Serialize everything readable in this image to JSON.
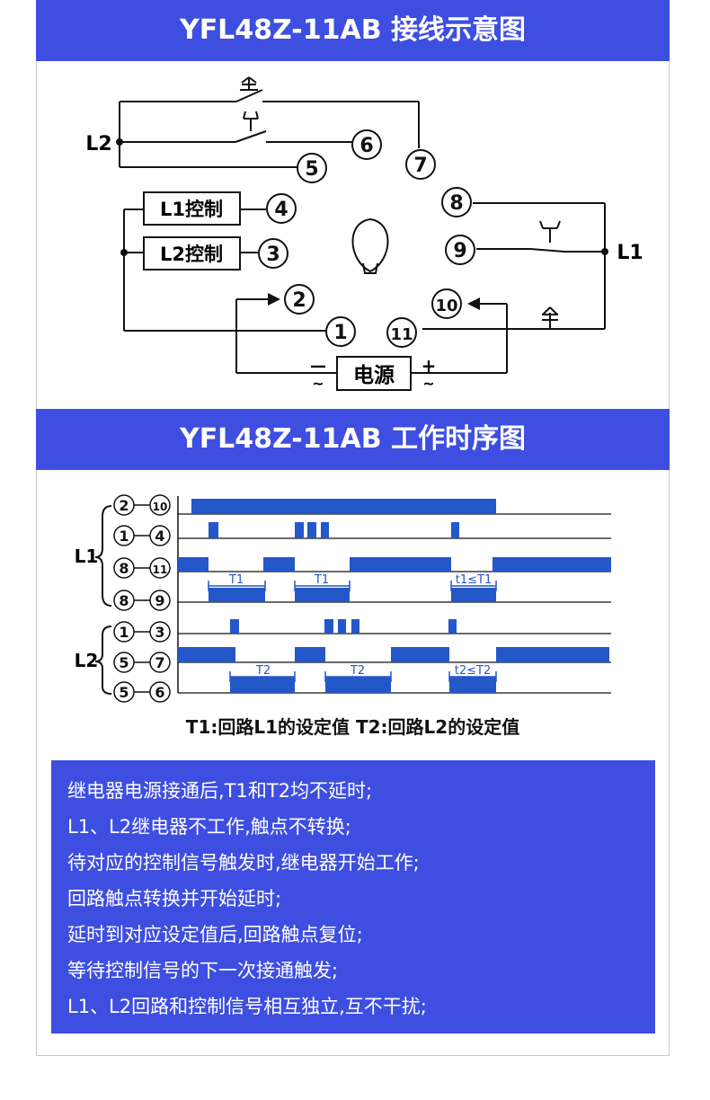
{
  "wiring": {
    "title": "YFL48Z-11AB 接线示意图",
    "pins": [
      "1",
      "2",
      "3",
      "4",
      "5",
      "6",
      "7",
      "8",
      "9",
      "10",
      "11"
    ],
    "l1_control": "L1控制",
    "l2_control": "L2控制",
    "power": "电源",
    "minus": "—",
    "plus": "+",
    "ac": "~",
    "l1": "L1",
    "l2": "L2"
  },
  "timing": {
    "title": "YFL48Z-11AB 工作时序图",
    "group_l1": "L1",
    "group_l2": "L2",
    "rows": [
      {
        "a": "2",
        "b": "10"
      },
      {
        "a": "1",
        "b": "4"
      },
      {
        "a": "8",
        "b": "11"
      },
      {
        "a": "8",
        "b": "9"
      },
      {
        "a": "1",
        "b": "3"
      },
      {
        "a": "5",
        "b": "7"
      },
      {
        "a": "5",
        "b": "6"
      }
    ],
    "t1": "T1",
    "t1_rule": "t1≤T1",
    "t2": "T2",
    "t2_rule": "t2≤T2",
    "legend": "T1:回路L1的设定值 T2:回路L2的设定值"
  },
  "notes": [
    "继电器电源接通后,T1和T2均不延时;",
    "L1、L2继电器不工作,触点不转换;",
    "待对应的控制信号触发时,继电器开始工作;",
    "回路触点转换并开始延时;",
    "延时到对应设定值后,回路触点复位;",
    "等待控制信号的下一次接通触发;",
    "L1、L2回路和控制信号相互独立,互不干扰;"
  ],
  "colors": {
    "accent": "#3e4ee0",
    "pulse": "#2457c8"
  }
}
